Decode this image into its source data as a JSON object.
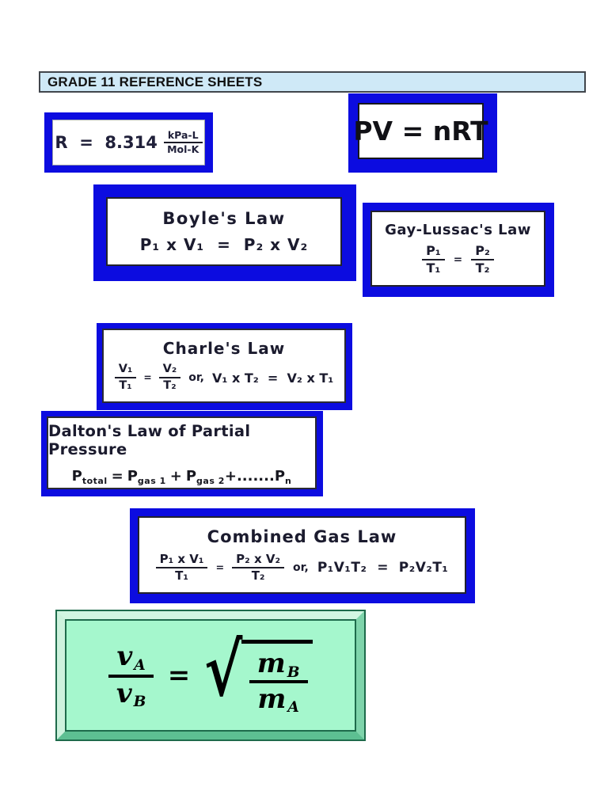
{
  "header": {
    "title": "GRADE 11 REFERENCE SHEETS"
  },
  "colors": {
    "box_blue": "#0c0ce0",
    "header_bg": "#cfe9f7",
    "header_border": "#41464c",
    "green_fill": "#a5f7cd",
    "green_frame_dark": "#1e6b4b",
    "paper": "#ffffff"
  },
  "gas_constant": {
    "lhs": "R  =  8.314",
    "unit_num": "kPa-L",
    "unit_den": "Mol-K"
  },
  "ideal_gas": {
    "formula": "PV = nRT"
  },
  "boyle": {
    "title": "Boyle's Law",
    "formula": "P₁ x V₁  =  P₂ x V₂"
  },
  "gay_lussac": {
    "title": "Gay-Lussac's Law",
    "f1_num": "P₁",
    "f1_den": "T₁",
    "eq": "=",
    "f2_num": "P₂",
    "f2_den": "T₂"
  },
  "charle": {
    "title": "Charle's Law",
    "f1_num": "V₁",
    "f1_den": "T₁",
    "eq": "=",
    "f2_num": "V₂",
    "f2_den": "T₂",
    "or_label": "or,",
    "alt": "V₁ x T₂  =  V₂ x T₁"
  },
  "dalton": {
    "title": "Dalton's Law of Partial Pressure",
    "p1": "P",
    "s1": "total",
    "eq": "=",
    "p2": "P",
    "s2": "gas 1",
    "plus": "+",
    "p3": "P",
    "s3": "gas 2",
    "tail": "+.......",
    "p4": "P",
    "s4": "n"
  },
  "combined": {
    "title": "Combined Gas Law",
    "f1_num": "P₁ x V₁",
    "f1_den": "T₁",
    "eq": "=",
    "f2_num": "P₂ x V₂",
    "f2_den": "T₂",
    "or_label": "or,",
    "alt": "P₁V₁T₂  =  P₂V₂T₁"
  },
  "graham": {
    "lhs_num_base": "v",
    "lhs_num_sub": "A",
    "lhs_den_base": "v",
    "lhs_den_sub": "B",
    "eq": "=",
    "radical": "√",
    "rhs_num_base": "m",
    "rhs_num_sub": "B",
    "rhs_den_base": "m",
    "rhs_den_sub": "A"
  }
}
